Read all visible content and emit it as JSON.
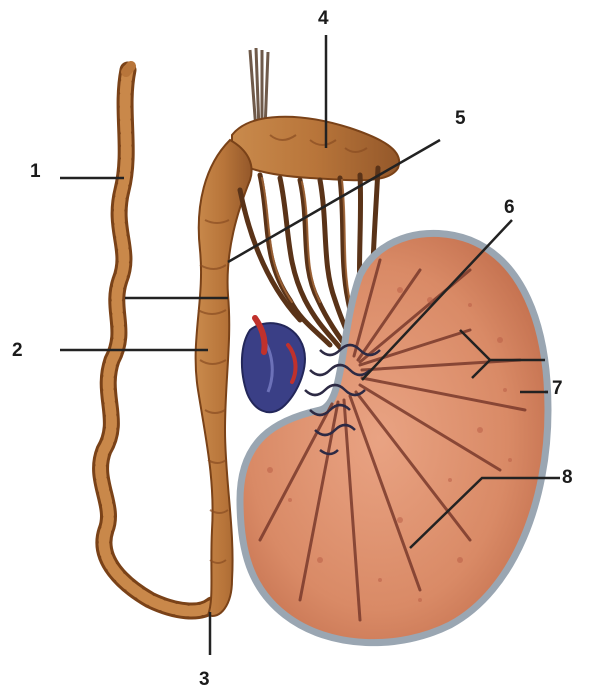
{
  "labels": [
    "1",
    "2",
    "3",
    "4",
    "5",
    "6",
    "7",
    "8"
  ],
  "colors": {
    "epididymis": "#b8753a",
    "epididymis_dark": "#7a4218",
    "testis": "#d98a66",
    "testis_dark": "#a8503a",
    "capsule": "#9aa6b2",
    "vessels_blue": "#3a3f86",
    "vessels_red": "#c0312c",
    "leader_line": "#222222"
  }
}
